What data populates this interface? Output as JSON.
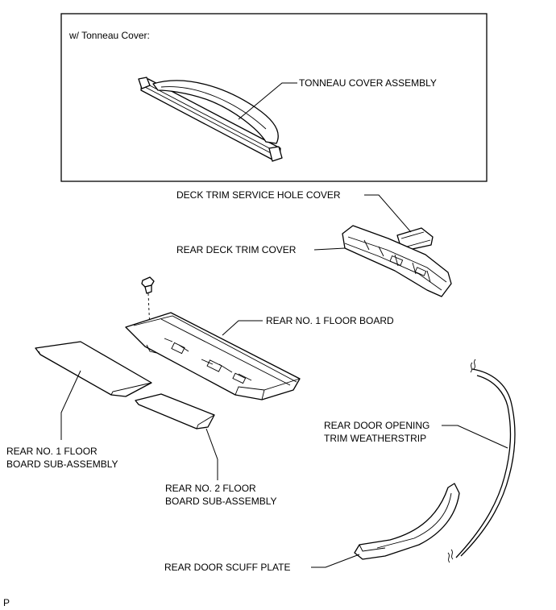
{
  "inset": {
    "title": "w/ Tonneau Cover:",
    "tonneau_label": "TONNEAU COVER ASSEMBLY"
  },
  "labels": {
    "deck_trim_service_hole_cover": "DECK TRIM SERVICE HOLE COVER",
    "rear_deck_trim_cover": "REAR DECK TRIM COVER",
    "rear_no1_floor_board": "REAR NO. 1 FLOOR BOARD",
    "rear_no1_floor_board_sub_line1": "REAR NO. 1 FLOOR",
    "rear_no1_floor_board_sub_line2": "BOARD SUB-ASSEMBLY",
    "rear_no2_floor_board_sub_line1": "REAR NO. 2 FLOOR",
    "rear_no2_floor_board_sub_line2": "BOARD SUB-ASSEMBLY",
    "rear_door_opening_weatherstrip_line1": "REAR DOOR OPENING",
    "rear_door_opening_weatherstrip_line2": "TRIM WEATHERSTRIP",
    "rear_door_scuff_plate": "REAR DOOR SCUFF PLATE"
  },
  "figure_code": "P"
}
